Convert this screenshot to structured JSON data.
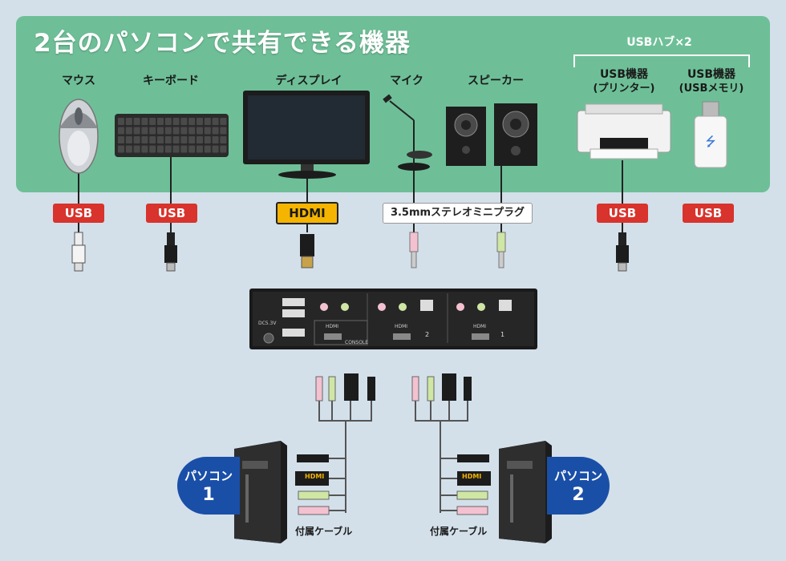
{
  "title": "2台のパソコンで共有できる機器",
  "usb_hub_label": "USBハブ×2",
  "devices": {
    "mouse": "マウス",
    "keyboard": "キーボード",
    "display": "ディスプレイ",
    "mic": "マイク",
    "speaker": "スピーカー",
    "usb_printer_line1": "USB機器",
    "usb_printer_line2": "(プリンター)",
    "usb_memory_line1": "USB機器",
    "usb_memory_line2": "(USBメモリ)"
  },
  "connectors": {
    "usb": "USB",
    "hdmi": "HDMI",
    "audio": "3.5mmステレオミニプラグ"
  },
  "kvm": {
    "power": "DC5.3V",
    "console": "CONSOLE",
    "hdmi": "HDMI",
    "port2": "2",
    "port1": "1"
  },
  "cable_hdmi": "HDMI",
  "pc1": {
    "label": "パソコン",
    "number": "1"
  },
  "pc2": {
    "label": "パソコン",
    "number": "2"
  },
  "included_cable": "付属ケーブル",
  "colors": {
    "green_panel": "#6ebf97",
    "usb_red": "#d8332c",
    "hdmi_yellow": "#f4b400",
    "pc_blue": "#1a4fa8"
  }
}
